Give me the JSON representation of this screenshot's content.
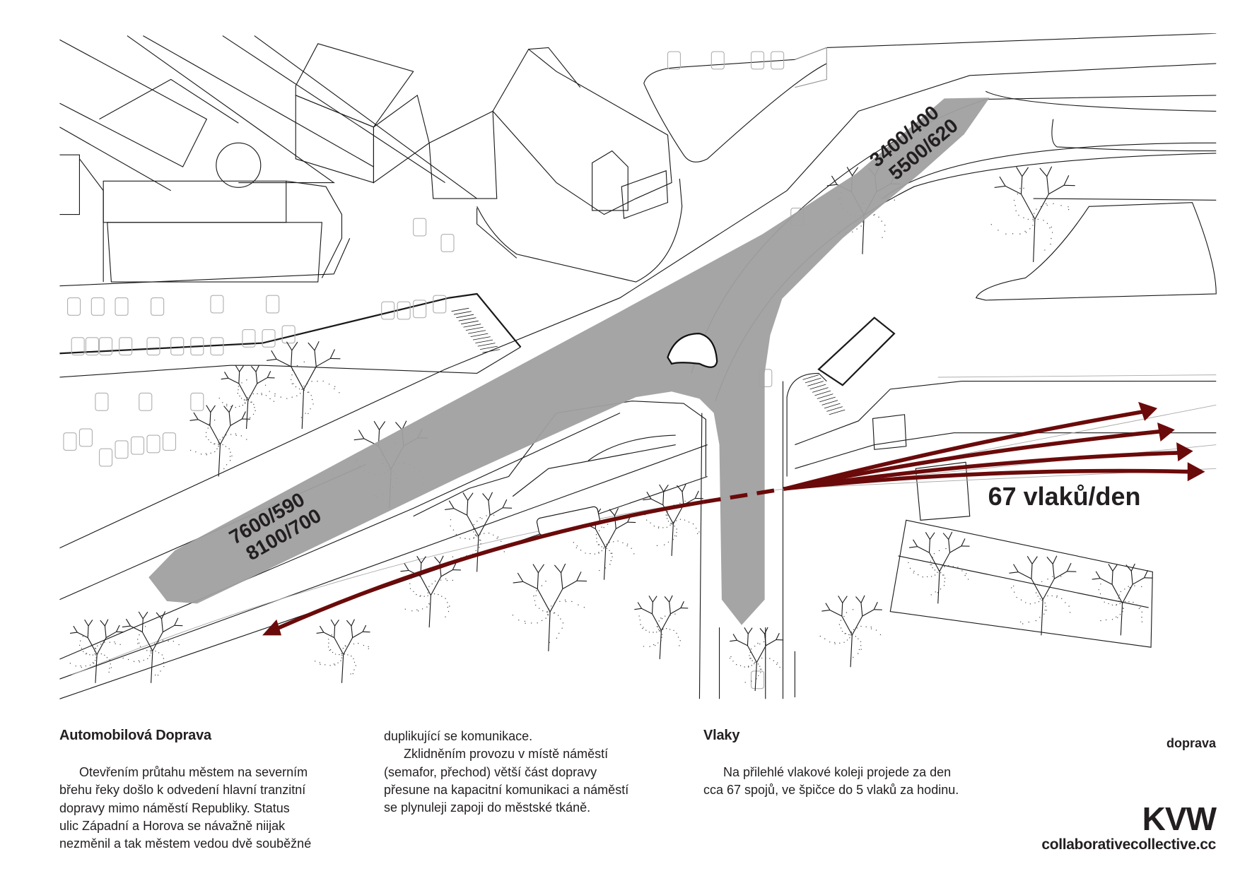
{
  "map": {
    "road_labels": {
      "northeast": {
        "line1": "3400/400",
        "line2": "5500/620"
      },
      "southwest": {
        "line1": "7600/590",
        "line2": "8100/700"
      }
    },
    "train_label": "67 vlaků/den",
    "colors": {
      "road_highlight": "#a0a0a0",
      "train_arrow": "#6b0a0a",
      "linework": "#1a1a1a",
      "cars": "#b0b0b0"
    }
  },
  "columns": {
    "car_traffic": {
      "heading": "Automobilová Doprava",
      "lines": [
        "Otevřením průtahu městem na severním",
        "břehu řeky došlo k odvedení hlavní tranzitní",
        "dopravy mimo náměstí Republiky. Status",
        "ulic Západní a Horova se návažně niijak",
        "nezměnil a tak městem vedou dvě souběžné"
      ],
      "continued_lines": [
        "duplikující se komunikace.",
        "Zklidněním provozu v místě náměstí",
        "(semafor, přechod) větší část dopravy",
        "přesune na kapacitní komunikaci a náměstí",
        "se plynuleji zapoji do městské tkáně."
      ]
    },
    "trains": {
      "heading": "Vlaky",
      "lines": [
        "Na přilehlé vlakové koleji projede za den",
        "cca 67 spojů, ve špičce do 5 vlaků za hodinu."
      ]
    }
  },
  "footer": {
    "section": "doprava",
    "logo": "KVW",
    "website": "collaborativecollective.cc"
  }
}
